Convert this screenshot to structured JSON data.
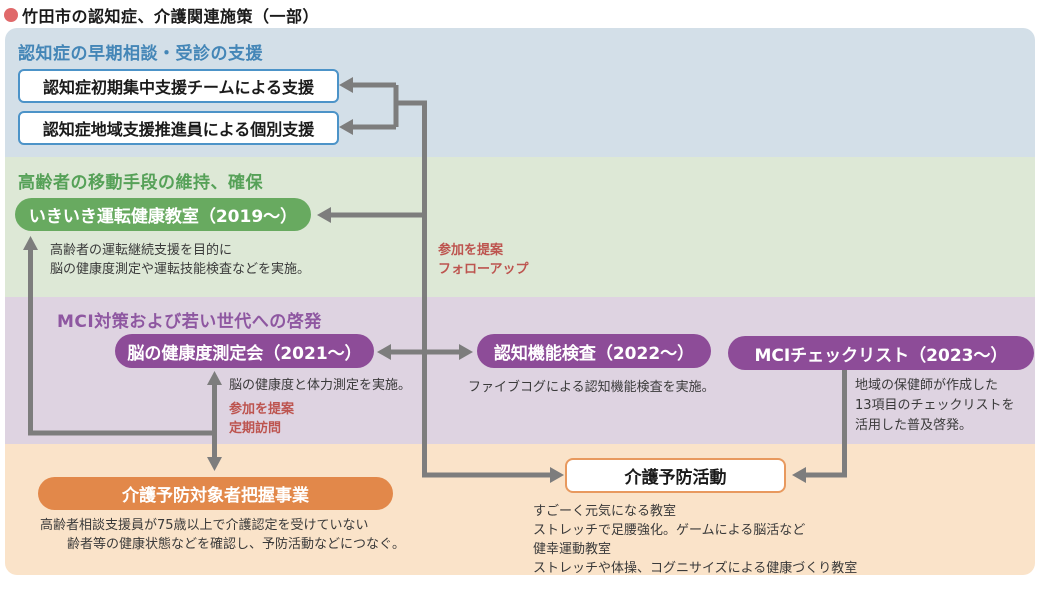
{
  "title": {
    "text": "竹田市の認知症、介護関連施策（一部）"
  },
  "colors": {
    "title_bullet": "#e0696a",
    "blue_band_bg": "#d3dfe8",
    "blue_header_text": "#4486b7",
    "blue_box_border": "#4c93c8",
    "green_band_bg": "#dde8d6",
    "green_header_text": "#56a158",
    "green_pill_bg": "#68aa60",
    "purple_band_bg": "#ded3e1",
    "purple_header_text": "#8e57a1",
    "purple_pill_bg": "#8d4c98",
    "orange_band_bg": "#fae3c9",
    "orange_pill_bg": "#e2884a",
    "orange_box_border": "#e8995e",
    "annotation_text": "#bd544f",
    "arrow_gray": "#7d7d7d"
  },
  "sections": {
    "early_consultation": {
      "header": "認知症の早期相談・受診の支援",
      "boxes": [
        "認知症初期集中支援チームによる支援",
        "認知症地域支援推進員による個別支援"
      ]
    },
    "mobility": {
      "header": "高齢者の移動手段の維持、確保",
      "pill": "いきいき運転健康教室（2019〜）",
      "desc": [
        "高齢者の運転継続支援を目的に",
        "脳の健康度測定や運転技能検査などを実施。"
      ]
    },
    "mci": {
      "header": "MCI対策および若い世代への啓発",
      "pill_brain": "脳の健康度測定会（2021〜）",
      "pill_cognitive": "認知機能検査（2022〜）",
      "pill_checklist": "MCIチェックリスト（2023〜）",
      "desc_brain": "脳の健康度と体力測定を実施。",
      "desc_cognitive": "ファイブコグによる認知機能検査を実施。",
      "desc_checklist": [
        "地域の保健師が作成した",
        "13項目のチェックリストを",
        "活用した普及啓発。"
      ]
    },
    "prevention": {
      "pill": "介護予防対象者把握事業",
      "desc": [
        "高齢者相談支援員が75歳以上で介護認定を受けていない",
        "齢者等の健康状態などを確認し、予防活動などにつなぐ。"
      ],
      "activity_box": "介護予防活動",
      "activities": [
        "すごーく元気になる教室",
        "ストレッチで足腰強化。ゲームによる脳活など",
        "健幸運動教室",
        "ストレッチや体操、コグニサイズによる健康づくり教室"
      ]
    }
  },
  "annotations": {
    "followup": [
      "参加を提案",
      "フォローアップ"
    ],
    "periodic_visit": [
      "参加を提案",
      "定期訪問"
    ]
  }
}
